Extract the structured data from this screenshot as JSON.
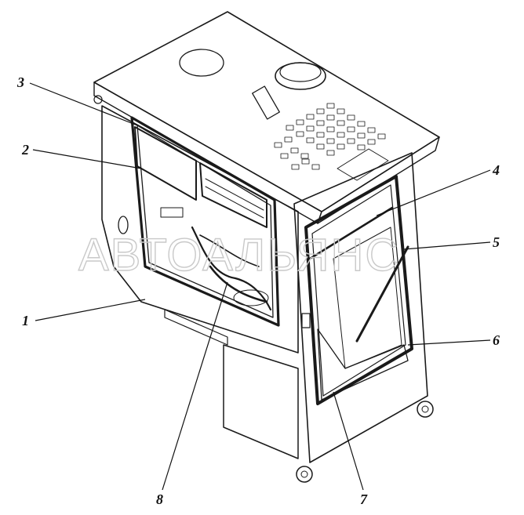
{
  "watermark": "АВТОАЛЬЯНС",
  "callouts": [
    {
      "id": "1",
      "label": "1"
    },
    {
      "id": "2",
      "label": "2"
    },
    {
      "id": "3",
      "label": "3"
    },
    {
      "id": "4",
      "label": "4"
    },
    {
      "id": "5",
      "label": "5"
    },
    {
      "id": "6",
      "label": "6"
    },
    {
      "id": "7",
      "label": "7"
    },
    {
      "id": "8",
      "label": "8"
    }
  ]
}
